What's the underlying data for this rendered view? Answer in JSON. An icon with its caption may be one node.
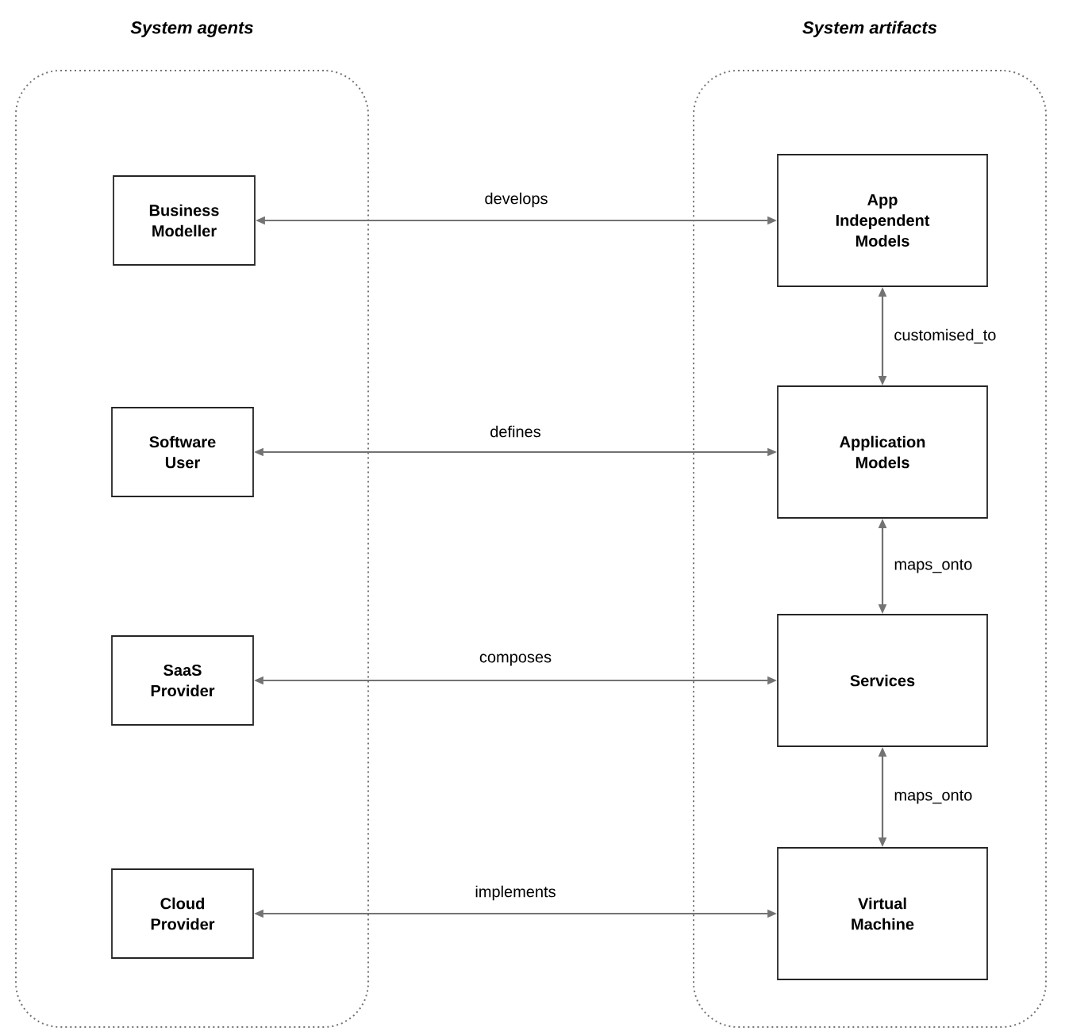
{
  "diagram": {
    "nodes": [
      {
        "text": [
          "System agents"
        ]
      },
      {
        "text": [
          "System artifacts"
        ]
      },
      {
        "text": [
          "Business Modeller"
        ],
        "in": 0
      },
      {
        "text": [
          "Software User"
        ],
        "in": 0
      },
      {
        "text": [
          "SaaS Provider"
        ],
        "in": 0
      },
      {
        "text": [
          "Cloud Provider"
        ],
        "in": 0
      },
      {
        "text": [
          "App Independent Models"
        ],
        "in": 1
      },
      {
        "text": [
          "Application Models"
        ],
        "in": 1
      },
      {
        "text": [
          "Services"
        ],
        "in": 1
      },
      {
        "text": [
          "Virtual Machine"
        ],
        "in": 1
      }
    ],
    "edges": [
      {
        "from": 2,
        "to": 6,
        "arrow": "both",
        "label": "develops"
      },
      {
        "from": 6,
        "to": 7,
        "arrow": "both",
        "label": "customised_to"
      },
      {
        "from": 3,
        "to": 7,
        "arrow": "both",
        "label": "defines"
      },
      {
        "from": 7,
        "to": 8,
        "arrow": "both",
        "label": "maps_onto"
      },
      {
        "from": 4,
        "to": 8,
        "arrow": "both",
        "label": "composes"
      },
      {
        "from": 8,
        "to": 9,
        "arrow": "both",
        "label": "maps_onto"
      },
      {
        "from": 5,
        "to": 9,
        "arrow": "both",
        "label": "implements"
      }
    ]
  }
}
